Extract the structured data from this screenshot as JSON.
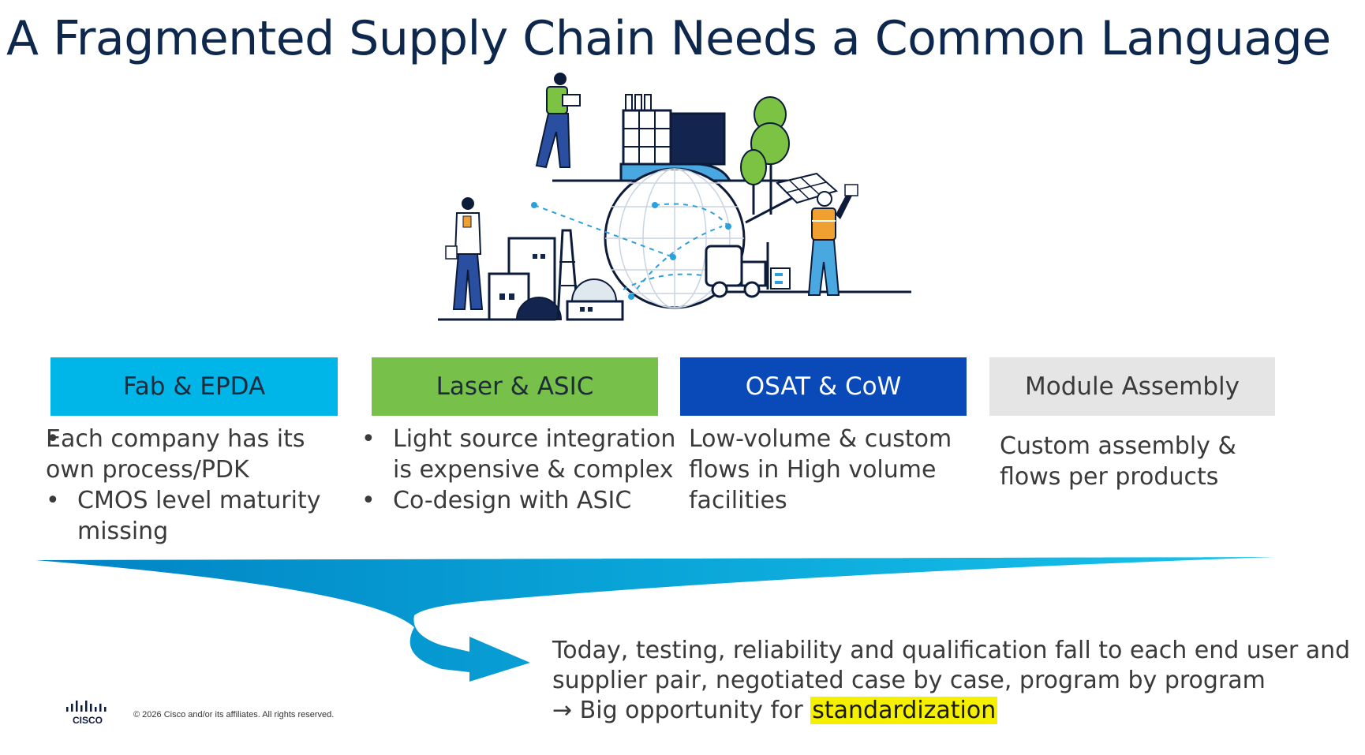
{
  "title": "A Fragmented Supply Chain Needs a Common Language",
  "stages": [
    {
      "label": "Fab & EPDA",
      "color": "#00b6e8",
      "bullets": [
        "Each company has its own process/PDK",
        "CMOS level maturity missing"
      ]
    },
    {
      "label": "Laser & ASIC",
      "color": "#77c04a",
      "bullets": [
        "Light source integration is expensive & complex",
        "Co-design with ASIC"
      ]
    },
    {
      "label": "OSAT & CoW",
      "color": "#0a4ab8",
      "text": "Low-volume & custom flows in High volume facilities"
    },
    {
      "label": "Module Assembly",
      "color": "#e5e5e5",
      "text": "Custom assembly & flows per products"
    }
  ],
  "conclusion": {
    "line1": "Today, testing, reliability and qualification fall to each end user and",
    "line2": "supplier pair, negotiated case by case, program by program",
    "arrow": "→",
    "line3_prefix": " Big opportunity for ",
    "highlight": "standardization",
    "highlight_color": "#f4f000"
  },
  "footer": {
    "logo_text": "CISCO",
    "copyright": "© 2026  Cisco and/or its affiliates. All rights reserved."
  },
  "colors": {
    "title": "#0d274d",
    "funnel": "#00a6dc"
  }
}
